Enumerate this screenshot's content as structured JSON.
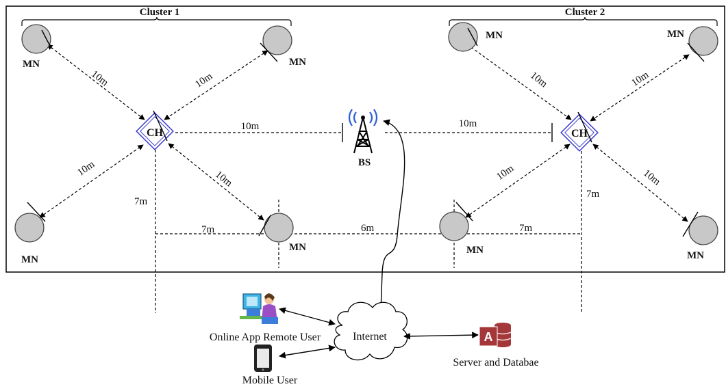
{
  "clusters": [
    {
      "label": "Cluster 1",
      "head_label": "CH",
      "member_labels": [
        "MN",
        "MN",
        "MN",
        "MN"
      ]
    },
    {
      "label": "Cluster 2",
      "head_label": "CH",
      "member_labels": [
        "MN",
        "MN",
        "MN",
        "MN"
      ]
    }
  ],
  "base_station": {
    "label": "BS"
  },
  "distances": {
    "c1_top_left": "10m",
    "c1_top_right": "10m",
    "c1_bottom_left": "10m",
    "c1_bottom_right": "10m",
    "ch1_to_bs": "10m",
    "bs_to_ch2": "10m",
    "c2_top_left": "10m",
    "c2_top_right": "10m",
    "c2_bottom_left": "10m",
    "c2_bottom_right": "10m",
    "c1_vertical": "7m",
    "c1_horizontal": "7m",
    "between_members": "6m",
    "c2_horizontal": "7m",
    "c2_vertical": "7m"
  },
  "cloud": {
    "label": "Internet"
  },
  "users": {
    "remote_user": "Online App Remote User",
    "mobile_user": "Mobile User"
  },
  "server": {
    "label": "Server and Databae",
    "icon_letter": "A"
  },
  "colors": {
    "node_fill": "#c8c8c8",
    "ch_border": "#3a3ad0",
    "bs_wave": "#2d5bd8",
    "access_red": "#a4373a"
  }
}
